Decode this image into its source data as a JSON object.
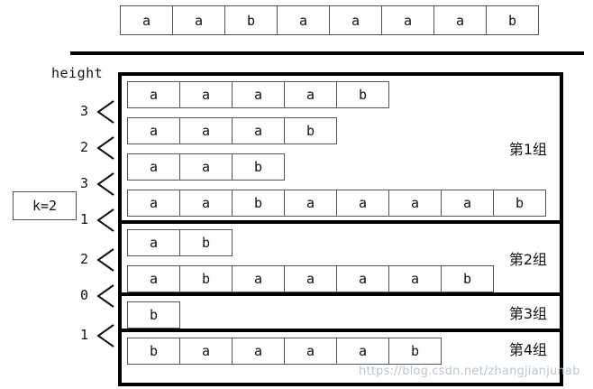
{
  "top_sequence": {
    "name": "input-string",
    "cells": [
      "a",
      "a",
      "b",
      "a",
      "a",
      "a",
      "a",
      "b"
    ]
  },
  "labels": {
    "height": "height",
    "k_badge": "k=2"
  },
  "height_values": [
    "3",
    "2",
    "3",
    "1",
    "2",
    "0",
    "1"
  ],
  "groups": [
    {
      "label": "第1组",
      "rows": [
        [
          "a",
          "a",
          "a",
          "a",
          "b"
        ],
        [
          "a",
          "a",
          "a",
          "b"
        ],
        [
          "a",
          "a",
          "b"
        ],
        [
          "a",
          "a",
          "b",
          "a",
          "a",
          "a",
          "a",
          "b"
        ]
      ]
    },
    {
      "label": "第2组",
      "rows": [
        [
          "a",
          "b"
        ],
        [
          "a",
          "b",
          "a",
          "a",
          "a",
          "a",
          "b"
        ]
      ]
    },
    {
      "label": "第3组",
      "rows": [
        [
          "b"
        ]
      ]
    },
    {
      "label": "第4组",
      "rows": [
        [
          "b",
          "a",
          "a",
          "a",
          "a",
          "b"
        ]
      ]
    }
  ],
  "watermark": "https://blog.csdn.net/zhangjianjunab",
  "colors": {
    "frame": "#000000",
    "cell_border": "#555555",
    "text": "#111111",
    "watermark": "#b9c6cf",
    "background": "#ffffff"
  }
}
